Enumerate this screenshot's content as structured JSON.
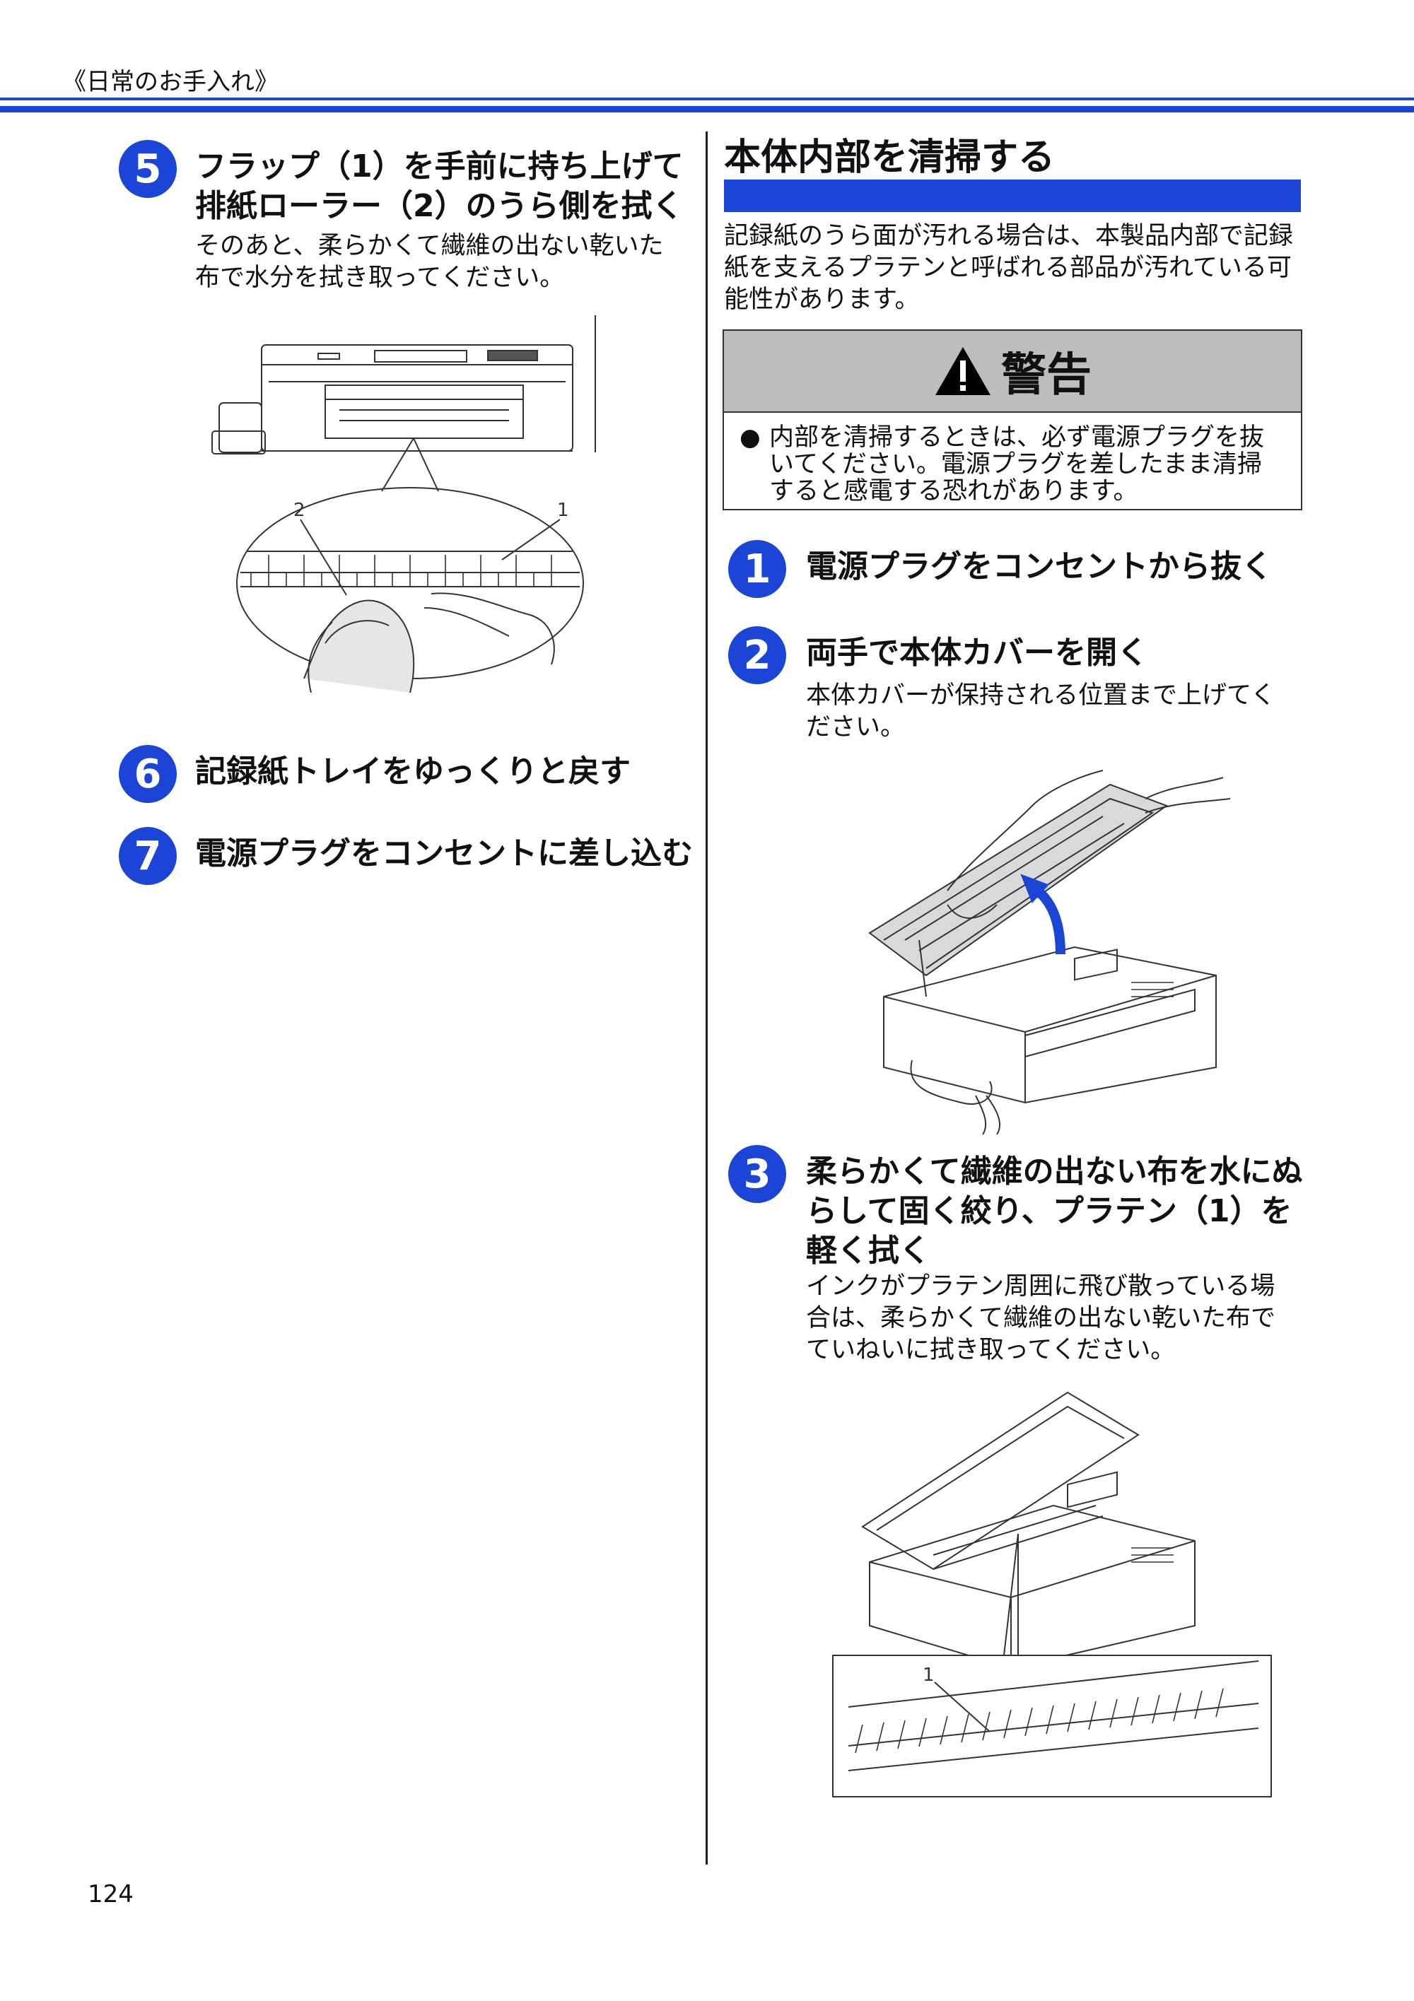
{
  "header": {
    "title": "《日常のお手入れ》"
  },
  "left": {
    "step5": {
      "number": "5",
      "title_line1": "フラップ（1）を手前に持ち上げて",
      "title_line2": "排紙ローラー（2）のうら側を拭く",
      "body_line1": "そのあと、柔らかくて繊維の出ない乾いた",
      "body_line2": "布で水分を拭き取ってください。"
    },
    "figure1": {
      "label_2": "2",
      "label_1": "1"
    },
    "step6": {
      "number": "6",
      "title": "記録紙トレイをゆっくりと戻す"
    },
    "step7": {
      "number": "7",
      "title": "電源プラグをコンセントに差し込む"
    }
  },
  "right": {
    "section": {
      "title": "本体内部を清掃する",
      "intro_line1": "記録紙のうら面が汚れる場合は、本製品内部で記録",
      "intro_line2": "紙を支えるプラテンと呼ばれる部品が汚れている可",
      "intro_line3": "能性があります。"
    },
    "warning": {
      "title": "警告",
      "bullet": "●",
      "line1": "内部を清掃するときは、必ず電源プラグを抜",
      "line2": "いてください。電源プラグを差したまま清掃",
      "line3": "すると感電する恐れがあります。"
    },
    "step1": {
      "number": "1",
      "title": "電源プラグをコンセントから抜く"
    },
    "step2": {
      "number": "2",
      "title": "両手で本体カバーを開く",
      "body_line1": "本体カバーが保持される位置まで上げてく",
      "body_line2": "ださい。"
    },
    "step3": {
      "number": "3",
      "title_line1": "柔らかくて繊維の出ない布を水にぬ",
      "title_line2": "らして固く絞り、プラテン（1）を",
      "title_line3": "軽く拭く",
      "body_line1": "インクがプラテン周囲に飛び散っている場",
      "body_line2": "合は、柔らかくて繊維の出ない乾いた布で",
      "body_line3": "ていねいに拭き取ってください。"
    },
    "figure3": {
      "label_1": "1"
    }
  },
  "footer": {
    "page_number": "124"
  },
  "colors": {
    "accent": "#1a45d6",
    "warning_gray": "#bdbdbd"
  }
}
